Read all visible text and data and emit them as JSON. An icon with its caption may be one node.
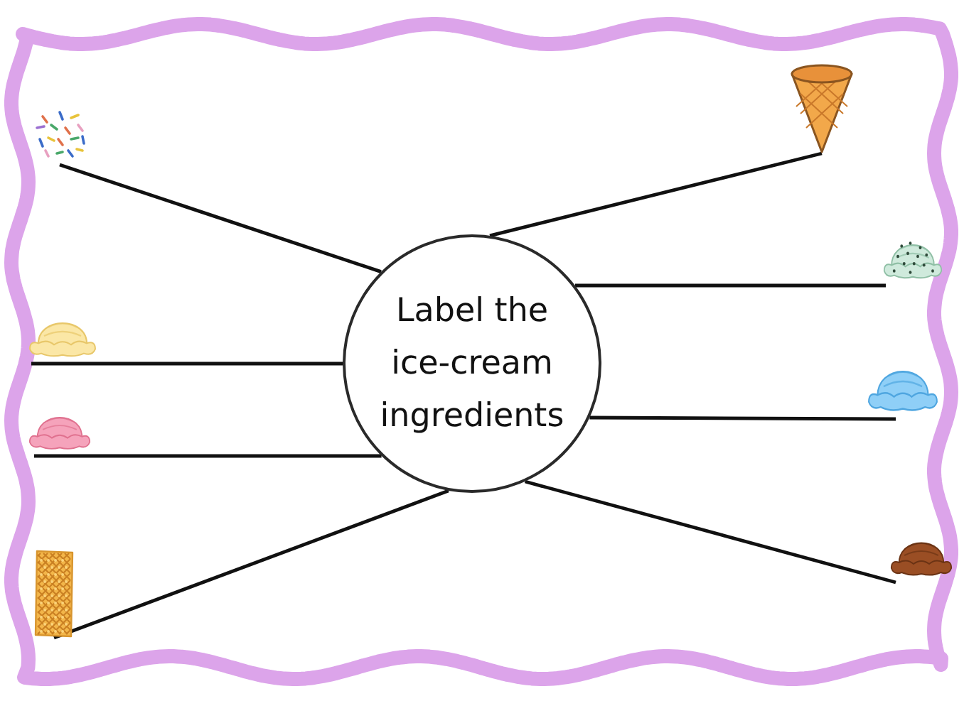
{
  "diagram": {
    "nodes": [
      {
        "text": [
          "Label the ice-cream ingredients"
        ]
      },
      {
        "text": [],
        "shape": "picture"
      },
      {
        "text": [],
        "shape": "picture"
      },
      {
        "text": [],
        "shape": "picture"
      },
      {
        "text": [],
        "shape": "picture"
      },
      {
        "text": [],
        "shape": "picture"
      },
      {
        "text": [],
        "shape": "picture"
      },
      {
        "text": [],
        "shape": "picture"
      },
      {
        "text": [],
        "shape": "picture"
      }
    ],
    "edges": [
      {
        "from": 0,
        "to": 1,
        "arrow": "none"
      },
      {
        "from": 0,
        "to": 2,
        "arrow": "none"
      },
      {
        "from": 0,
        "to": 3,
        "arrow": "none"
      },
      {
        "from": 0,
        "to": 4,
        "arrow": "none"
      },
      {
        "from": 0,
        "to": 5,
        "arrow": "none"
      },
      {
        "from": 0,
        "to": 6,
        "arrow": "none"
      },
      {
        "from": 0,
        "to": 7,
        "arrow": "none"
      },
      {
        "from": 0,
        "to": 8,
        "arrow": "none"
      }
    ]
  }
}
